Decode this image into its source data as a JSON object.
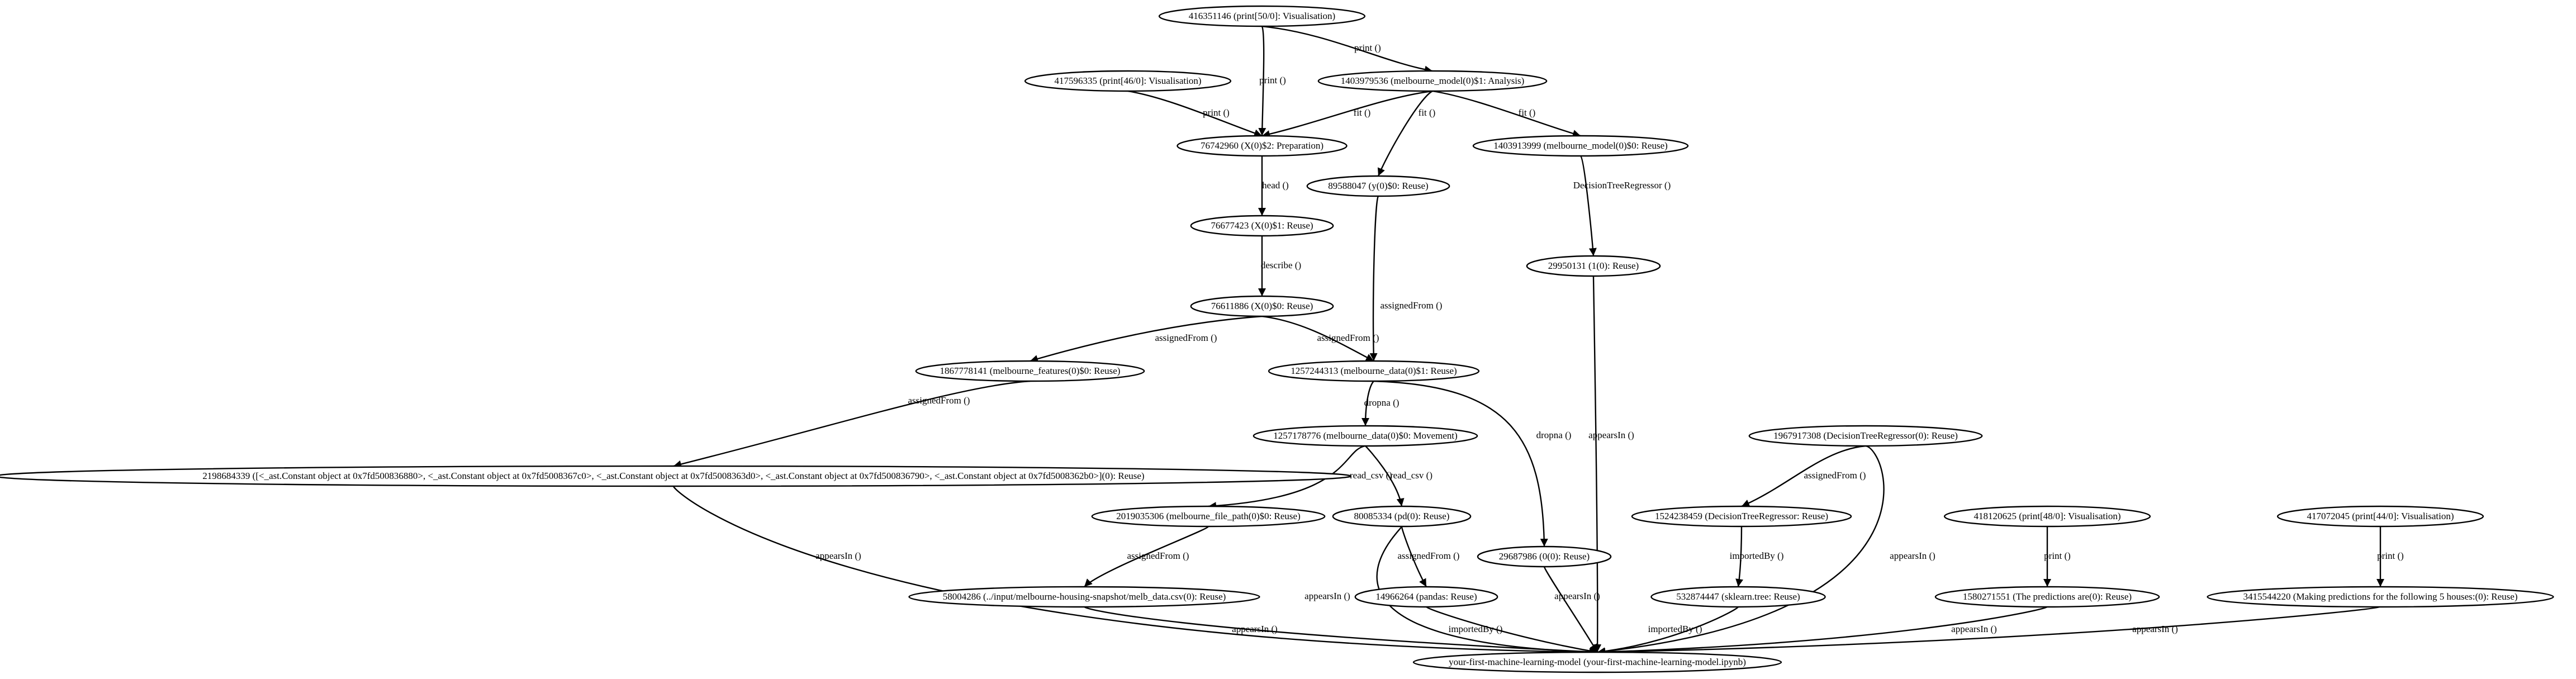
{
  "graph": {
    "nodes": [
      {
        "id": "n416351146",
        "label": "416351146 (print[50/0]: Visualisation)"
      },
      {
        "id": "n1403979536",
        "label": "1403979536 (melbourne_model(0)$1: Analysis)"
      },
      {
        "id": "n417596335",
        "label": "417596335 (print[46/0]: Visualisation)"
      },
      {
        "id": "n76742960",
        "label": "76742960 (X(0)$2: Preparation)"
      },
      {
        "id": "n1403913999",
        "label": "1403913999 (melbourne_model(0)$0: Reuse)"
      },
      {
        "id": "n89588047",
        "label": "89588047 (y(0)$0: Reuse)"
      },
      {
        "id": "n76677423",
        "label": "76677423 (X(0)$1: Reuse)"
      },
      {
        "id": "n29950131",
        "label": "29950131 (1(0): Reuse)"
      },
      {
        "id": "n76611886",
        "label": "76611886 (X(0)$0: Reuse)"
      },
      {
        "id": "n1867778141",
        "label": "1867778141 (melbourne_features(0)$0: Reuse)"
      },
      {
        "id": "n1257244313",
        "label": "1257244313 (melbourne_data(0)$1: Reuse)"
      },
      {
        "id": "n1257178776",
        "label": "1257178776 (melbourne_data(0)$0: Movement)"
      },
      {
        "id": "n1967917308",
        "label": "1967917308 (DecisionTreeRegressor(0): Reuse)"
      },
      {
        "id": "n2198684339",
        "label": "2198684339 ([<_ast.Constant object at 0x7fd500836880>, <_ast.Constant object at 0x7fd5008367c0>, <_ast.Constant object at 0x7fd5008363d0>, <_ast.Constant object at 0x7fd500836790>, <_ast.Constant object at 0x7fd5008362b0>](0): Reuse)"
      },
      {
        "id": "n2019035306",
        "label": "2019035306 (melbourne_file_path(0)$0: Reuse)"
      },
      {
        "id": "n80085334",
        "label": "80085334 (pd(0): Reuse)"
      },
      {
        "id": "n1524238459",
        "label": "1524238459 (DecisionTreeRegressor: Reuse)"
      },
      {
        "id": "n418120625",
        "label": "418120625 (print[48/0]: Visualisation)"
      },
      {
        "id": "n417072045",
        "label": "417072045 (print[44/0]: Visualisation)"
      },
      {
        "id": "n29687986",
        "label": "29687986 (0(0): Reuse)"
      },
      {
        "id": "n58004286",
        "label": "58004286 (../input/melbourne-housing-snapshot/melb_data.csv(0): Reuse)"
      },
      {
        "id": "n14966264",
        "label": "14966264 (pandas: Reuse)"
      },
      {
        "id": "n532874447",
        "label": "532874447 (sklearn.tree: Reuse)"
      },
      {
        "id": "n1580271551",
        "label": "1580271551 (The predictions are(0): Reuse)"
      },
      {
        "id": "n3415544220",
        "label": "3415544220 (Making predictions for the following 5 houses:(0): Reuse)"
      },
      {
        "id": "nNotebook",
        "label": "your-first-machine-learning-model (your-first-machine-learning-model.ipynb)"
      }
    ],
    "edges": [
      {
        "from": "n416351146",
        "to": "n1403979536",
        "label": "print ()"
      },
      {
        "from": "n416351146",
        "to": "n76742960",
        "label": "print ()"
      },
      {
        "from": "n417596335",
        "to": "n76742960",
        "label": "print ()"
      },
      {
        "from": "n1403979536",
        "to": "n76742960",
        "label": "fit ()"
      },
      {
        "from": "n1403979536",
        "to": "n89588047",
        "label": "fit ()"
      },
      {
        "from": "n1403979536",
        "to": "n1403913999",
        "label": "fit ()"
      },
      {
        "from": "n76742960",
        "to": "n76677423",
        "label": "head ()"
      },
      {
        "from": "n1403913999",
        "to": "n29950131",
        "label": "DecisionTreeRegressor ()"
      },
      {
        "from": "n76677423",
        "to": "n76611886",
        "label": "describe ()"
      },
      {
        "from": "n89588047",
        "to": "n1257244313",
        "label": "assignedFrom ()"
      },
      {
        "from": "n76611886",
        "to": "n1867778141",
        "label": "assignedFrom ()"
      },
      {
        "from": "n76611886",
        "to": "n1257244313",
        "label": "assignedFrom ()"
      },
      {
        "from": "n1867778141",
        "to": "n2198684339",
        "label": "assignedFrom ()"
      },
      {
        "from": "n1257244313",
        "to": "n1257178776",
        "label": "dropna ()"
      },
      {
        "from": "n1257244313",
        "to": "n29687986",
        "label": "dropna ()"
      },
      {
        "from": "n29950131",
        "to": "nNotebook",
        "label": "appearsIn ()"
      },
      {
        "from": "n1257178776",
        "to": "n2019035306",
        "label": "read_csv ()"
      },
      {
        "from": "n1257178776",
        "to": "n80085334",
        "label": "read_csv ()"
      },
      {
        "from": "n1967917308",
        "to": "n1524238459",
        "label": "assignedFrom ()"
      },
      {
        "from": "n1967917308",
        "to": "nNotebook",
        "label": "appearsIn ()"
      },
      {
        "from": "n2198684339",
        "to": "nNotebook",
        "label": "appearsIn ()"
      },
      {
        "from": "n2019035306",
        "to": "n58004286",
        "label": "assignedFrom ()"
      },
      {
        "from": "n80085334",
        "to": "n14966264",
        "label": "assignedFrom ()"
      },
      {
        "from": "n80085334",
        "to": "nNotebook",
        "label": "appearsIn ()"
      },
      {
        "from": "n1524238459",
        "to": "n532874447",
        "label": "importedBy ()"
      },
      {
        "from": "n418120625",
        "to": "n1580271551",
        "label": "print ()"
      },
      {
        "from": "n417072045",
        "to": "n3415544220",
        "label": "print ()"
      },
      {
        "from": "n29687986",
        "to": "nNotebook",
        "label": "appearsIn ()"
      },
      {
        "from": "n58004286",
        "to": "nNotebook",
        "label": "appearsIn ()"
      },
      {
        "from": "n14966264",
        "to": "nNotebook",
        "label": "importedBy ()"
      },
      {
        "from": "n532874447",
        "to": "nNotebook",
        "label": "importedBy ()"
      },
      {
        "from": "n1580271551",
        "to": "nNotebook",
        "label": "appearsIn ()"
      },
      {
        "from": "n3415544220",
        "to": "nNotebook",
        "label": "appearsIn ()"
      }
    ]
  }
}
